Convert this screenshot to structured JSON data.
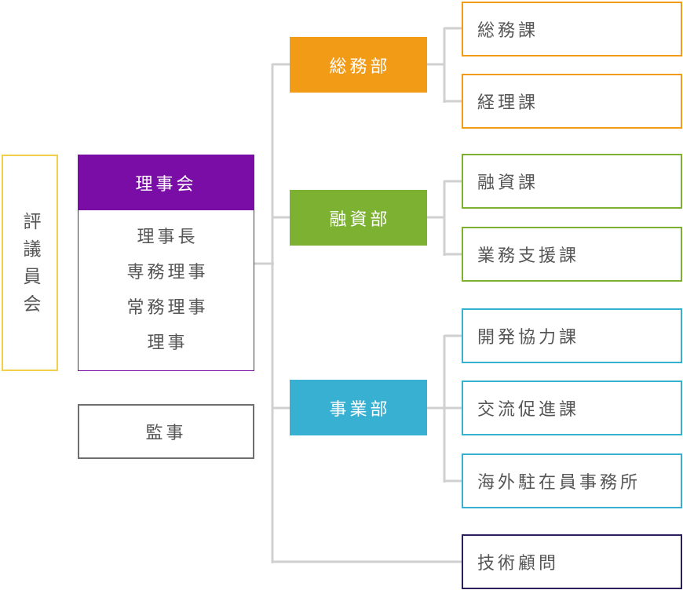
{
  "council": {
    "label": "評議員会",
    "color": "#f2cf4a"
  },
  "board": {
    "title": "理事会",
    "color": "#7a0da6",
    "members": [
      "理事長",
      "専務理事",
      "常務理事",
      "理事"
    ]
  },
  "auditor": {
    "label": "監事",
    "color": "#6e6e6e"
  },
  "departments": [
    {
      "name": "総務部",
      "color": "#f29b16",
      "sections": [
        "総務課",
        "経理課"
      ]
    },
    {
      "name": "融資部",
      "color": "#7cb132",
      "sections": [
        "融資課",
        "業務支援課"
      ]
    },
    {
      "name": "事業部",
      "color": "#37b0d2",
      "sections": [
        "開発協力課",
        "交流促進課",
        "海外駐在員事務所"
      ]
    }
  ],
  "advisor": {
    "label": "技術顧問",
    "color": "#2d1f5c"
  },
  "connector_color": "#d0d0d0",
  "text_color": "#555555"
}
